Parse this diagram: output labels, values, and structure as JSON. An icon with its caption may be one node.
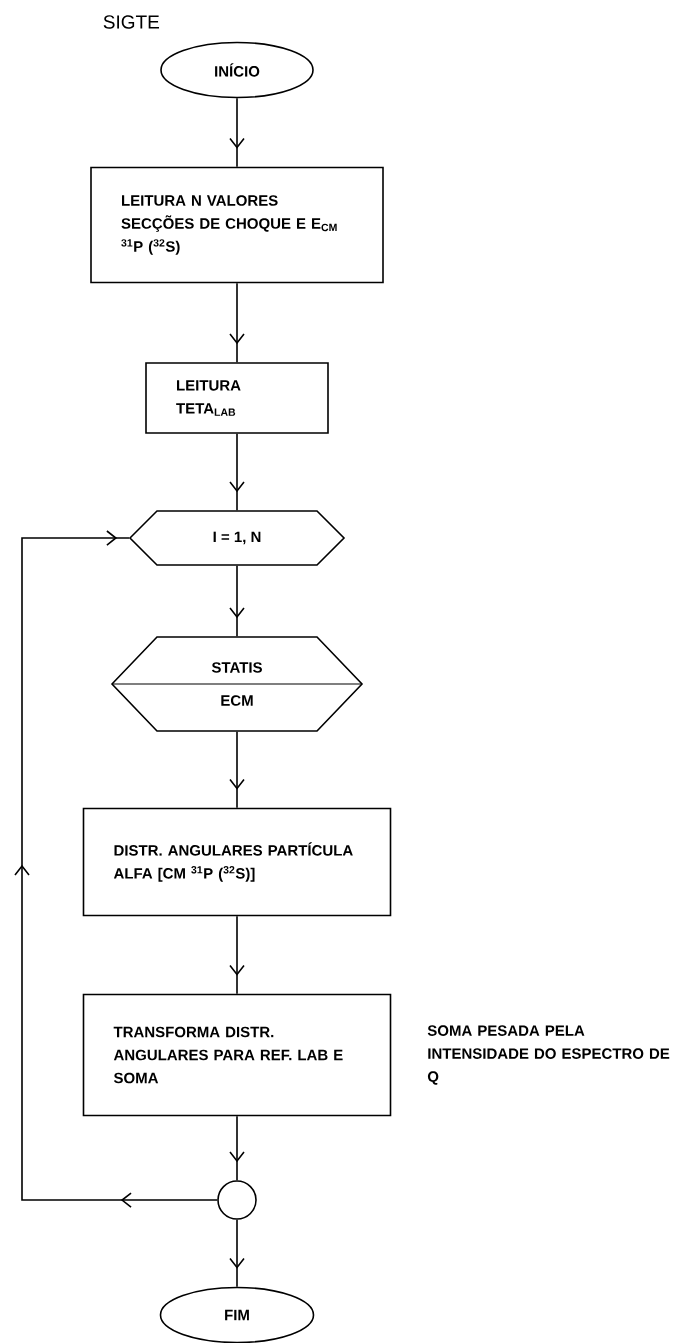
{
  "diagram": {
    "title": "SIGTE",
    "nodes": [
      {
        "text": [
          "INÍCIO"
        ]
      },
      {
        "text": [
          "LEITURA N VALORES SECÇÕES DE CHOQUE E E$_{CM}$ $^{31}$P ($^{32}$S)"
        ]
      },
      {
        "text": [
          "LEITURA TETA$_{LAB}$"
        ]
      },
      {
        "text": [
          "I = 1, N"
        ]
      },
      {
        "text": [
          "STATIS",
          "ECM"
        ]
      },
      {
        "text": [
          "DISTR. ANGULARES PARTÍCULA ALFA [CM $^{31}$P ($^{32}$S)]"
        ]
      },
      {
        "text": [
          "TRANSFORMA DISTR. ANGULARES PARA REF. LAB E SOMA"
        ],
        "beside": [
          "SOMA PESADA PELA INTENSIDADE DO ESPECTRO DE Q"
        ]
      },
      {
        "text": [],
        "shape": "circle"
      },
      {
        "text": [
          "FIM"
        ]
      }
    ],
    "edges": [
      {
        "from": 0,
        "to": 1,
        "arrow": "to"
      },
      {
        "from": 1,
        "to": 2,
        "arrow": "to"
      },
      {
        "from": 2,
        "to": 3,
        "arrow": "to"
      },
      {
        "from": 3,
        "to": 4,
        "arrow": "to"
      },
      {
        "from": 4,
        "to": 5,
        "arrow": "to"
      },
      {
        "from": 5,
        "to": 6,
        "arrow": "to"
      },
      {
        "from": 6,
        "to": 7,
        "arrow": "to"
      },
      {
        "from": 7,
        "to": 8,
        "arrow": "to"
      },
      {
        "from": 7,
        "to": 3,
        "arrow": "to"
      }
    ]
  }
}
